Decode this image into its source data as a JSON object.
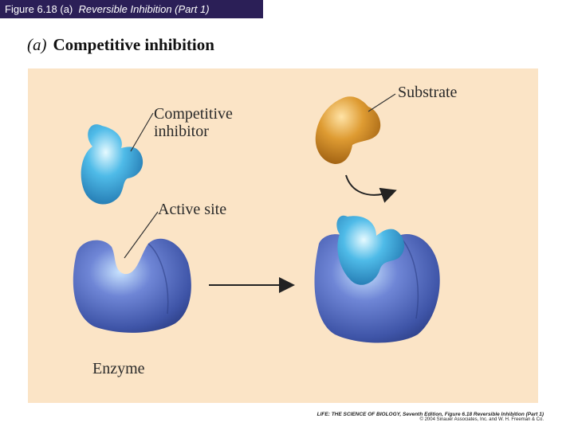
{
  "header": {
    "figure_label": "Figure 6.18 (a)",
    "figure_title": "Reversible Inhibition (Part 1)"
  },
  "heading": {
    "part_letter": "(a)",
    "text": "Competitive inhibition"
  },
  "labels": {
    "competitive_inhibitor": [
      "Competitive",
      "inhibitor"
    ],
    "substrate": "Substrate",
    "active_site": "Active site",
    "enzyme": "Enzyme"
  },
  "credit": {
    "line1": "LIFE: THE SCIENCE OF BIOLOGY, Seventh Edition, Figure 6.18 Reversible Inhibition (Part 1)",
    "line2": "© 2004 Sinauer Associates, Inc. and W. H. Freeman & Co."
  },
  "colors": {
    "title_bar": "#2b1f57",
    "panel_background": "#fbe4c6",
    "enzyme": "#4a62b5",
    "inhibitor": "#3aa7d6",
    "substrate": "#d08a24"
  }
}
